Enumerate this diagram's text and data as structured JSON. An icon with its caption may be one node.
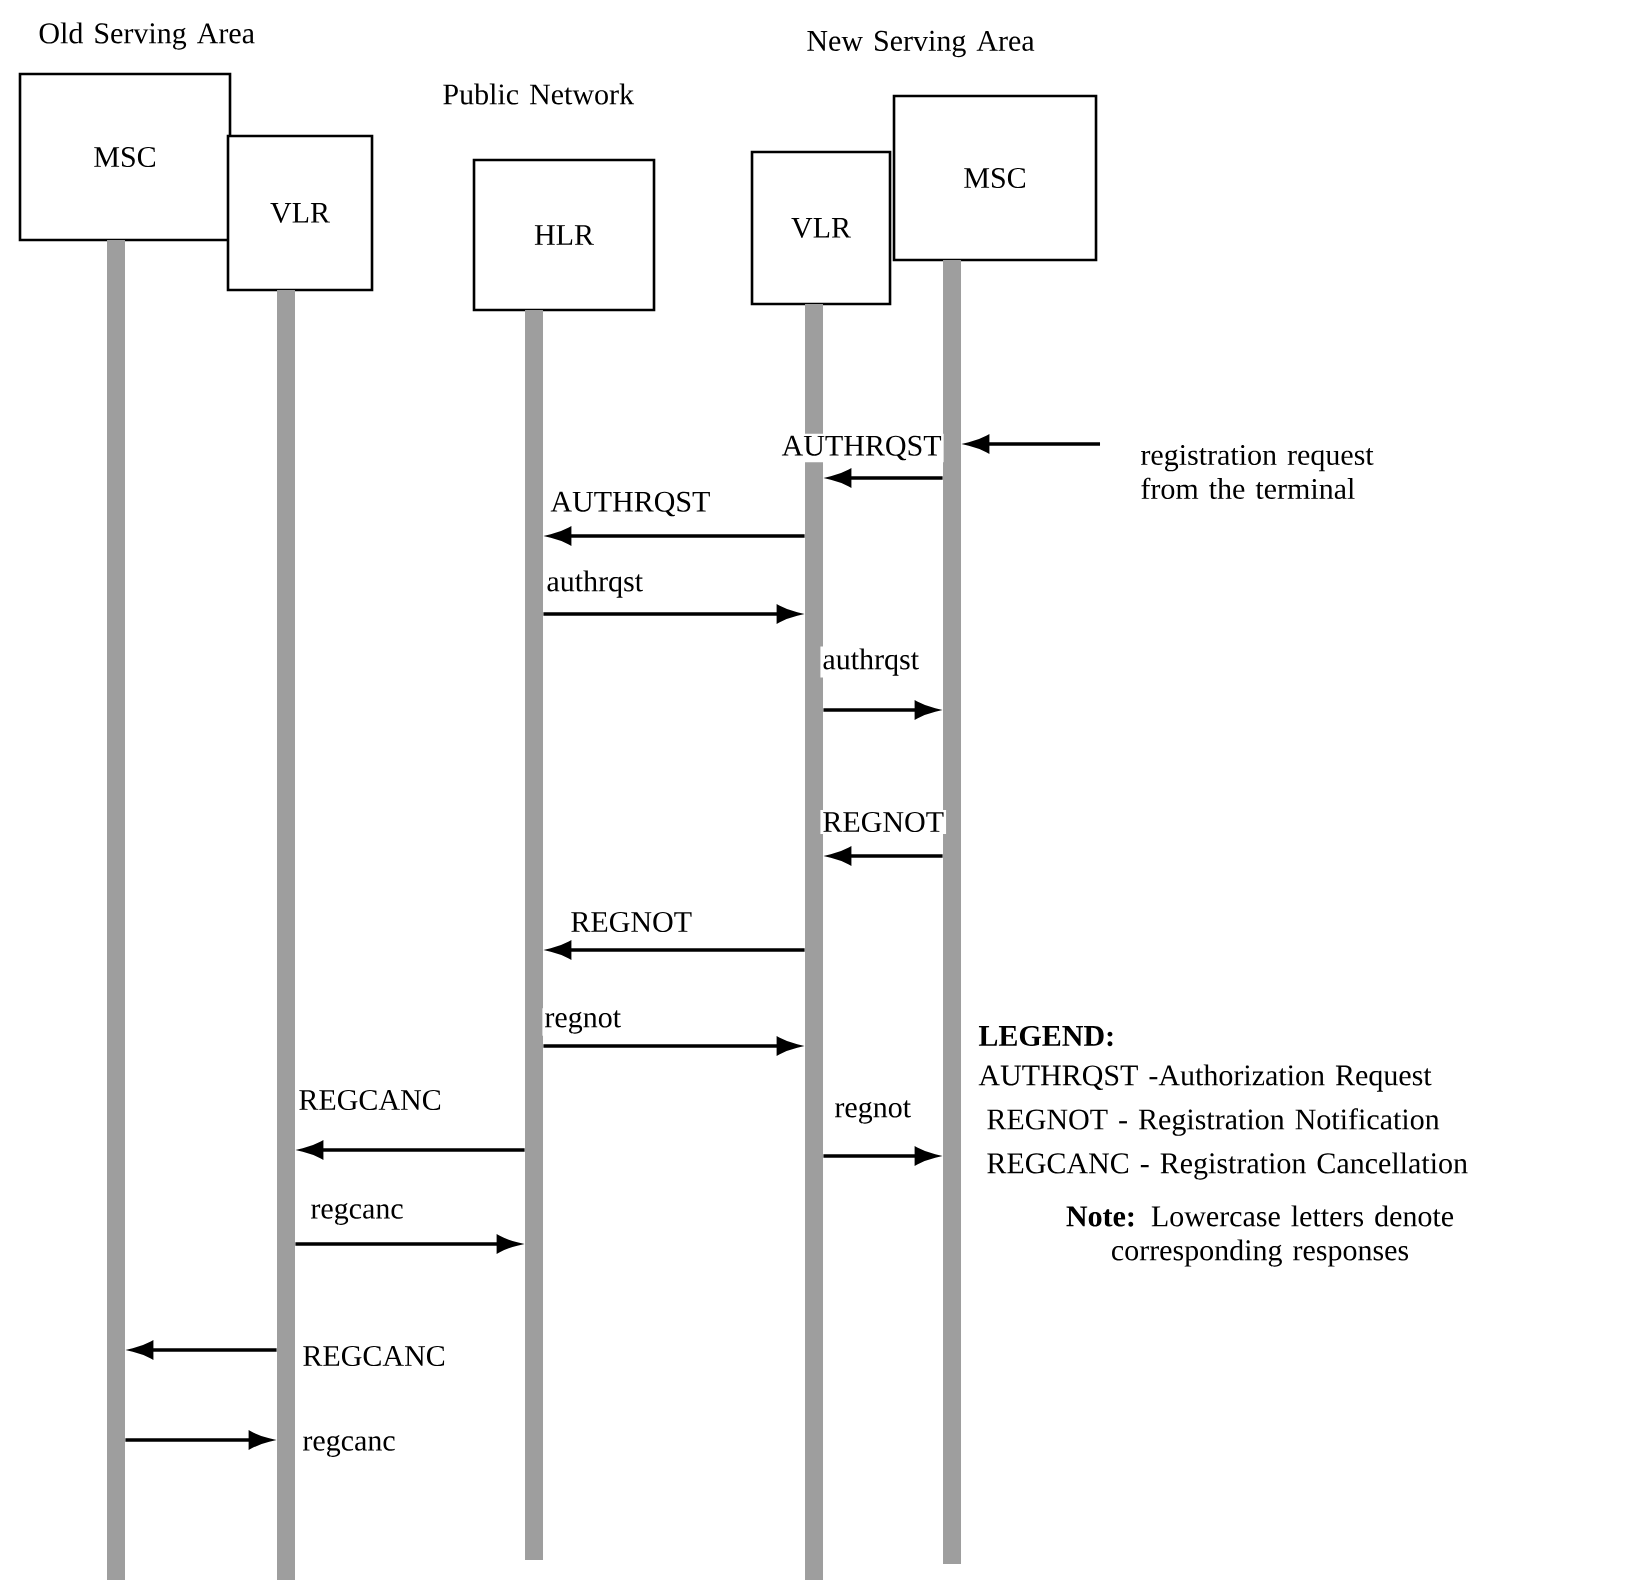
{
  "diagram": {
    "nodes": [
      {
        "text": [
          "MSC"
        ]
      },
      {
        "text": [
          "VLR"
        ]
      },
      {
        "text": [
          "HLR"
        ]
      },
      {
        "text": [
          "VLR"
        ]
      },
      {
        "text": [
          "MSC"
        ]
      },
      {
        "text": [],
        "shape": "bar"
      },
      {
        "text": [],
        "shape": "bar"
      },
      {
        "text": [],
        "shape": "bar"
      },
      {
        "text": [],
        "shape": "bar"
      },
      {
        "text": [],
        "shape": "bar"
      },
      {
        "text": [
          "registration request from the terminal"
        ]
      }
    ],
    "edges": [
      {
        "from": 10,
        "to": 9,
        "arrow": "to"
      },
      {
        "from": 9,
        "to": 8,
        "arrow": "to",
        "label": "AUTHRQST"
      },
      {
        "from": 8,
        "to": 7,
        "arrow": "to",
        "label": "AUTHRQST"
      },
      {
        "from": 7,
        "to": 8,
        "arrow": "to",
        "label": "authrqst"
      },
      {
        "from": 8,
        "to": 9,
        "arrow": "to",
        "label": "authrqst"
      },
      {
        "from": 9,
        "to": 8,
        "arrow": "to",
        "label": "REGNOT"
      },
      {
        "from": 8,
        "to": 7,
        "arrow": "to",
        "label": "REGNOT"
      },
      {
        "from": 7,
        "to": 8,
        "arrow": "to",
        "label": "regnot"
      },
      {
        "from": 7,
        "to": 6,
        "arrow": "to",
        "label": "REGCANC"
      },
      {
        "from": 8,
        "to": 9,
        "arrow": "to",
        "label": "regnot"
      },
      {
        "from": 6,
        "to": 7,
        "arrow": "to",
        "label": "regcanc"
      },
      {
        "from": 6,
        "to": 5,
        "arrow": "to",
        "label": "REGCANC"
      },
      {
        "from": 5,
        "to": 6,
        "arrow": "to",
        "label": "regcanc"
      }
    ],
    "labels": [
      "Old Serving Area",
      "Public Network",
      "New Serving Area",
      "LEGEND:",
      "AUTHRQST -Authorization Request",
      "REGNOT - Registration Notification",
      "REGCANC - Registration Cancellation",
      "**Note:** Lowercase letters denote corresponding responses"
    ]
  }
}
